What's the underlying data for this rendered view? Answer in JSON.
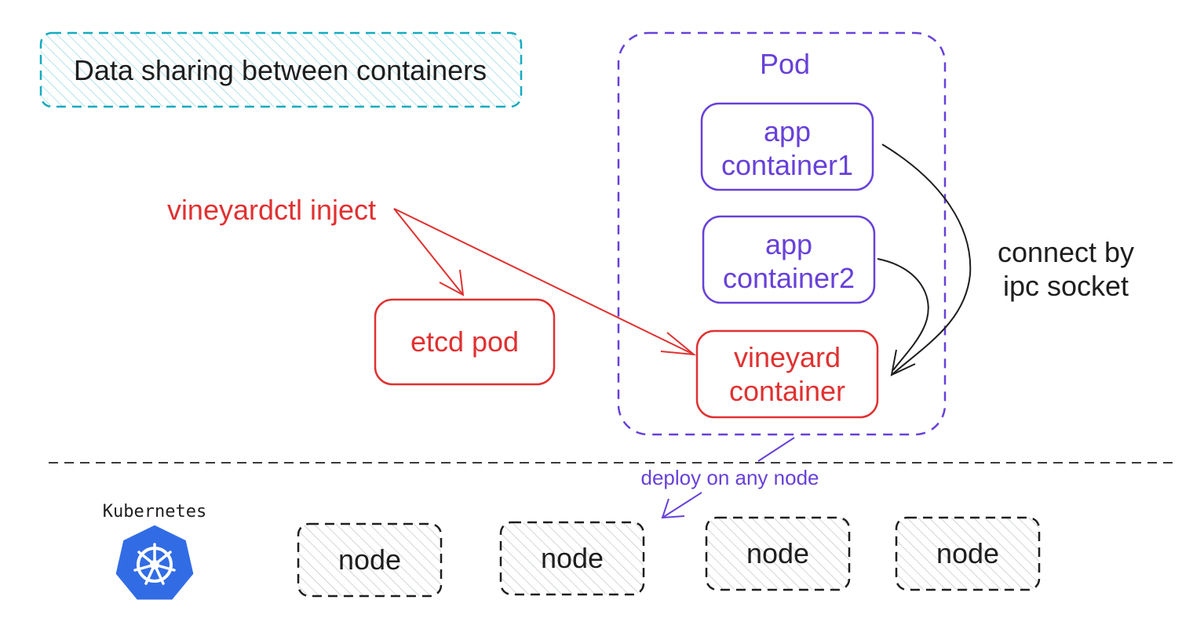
{
  "title": "Data sharing between containers",
  "pod": {
    "label": "Pod",
    "app_container1": [
      "app",
      "container1"
    ],
    "app_container2": [
      "app",
      "container2"
    ],
    "vineyard_container": [
      "vineyard",
      "container"
    ]
  },
  "etcd_pod": "etcd pod",
  "inject_command": "vineyardctl inject",
  "connect_label": [
    "connect by",
    "ipc socket"
  ],
  "deploy_label": "deploy on any node",
  "kubernetes_label": "Kubernetes",
  "nodes": [
    "node",
    "node",
    "node",
    "node"
  ],
  "colors": {
    "purple": "#6741d9",
    "red": "#e03131",
    "cyan": "#15aabf",
    "black": "#1e1e1e",
    "kubernetes_blue": "#326ce5"
  },
  "icons": [
    "kubernetes-logo-icon"
  ]
}
